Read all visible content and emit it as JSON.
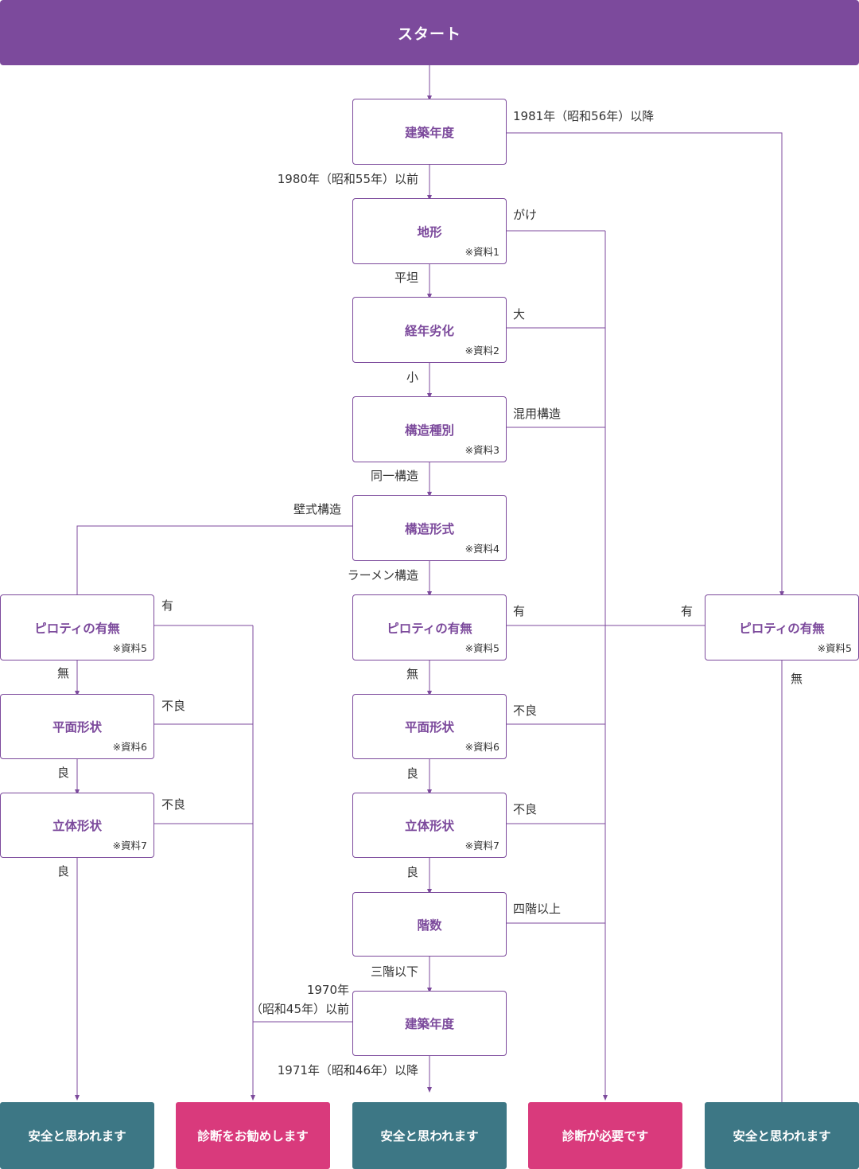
{
  "header": {
    "title": "スタート"
  },
  "nodes": {
    "year1": {
      "title": "建築年度"
    },
    "terrain": {
      "title": "地形",
      "ref": "※資料1"
    },
    "aging": {
      "title": "経年劣化",
      "ref": "※資料2"
    },
    "struct_type": {
      "title": "構造種別",
      "ref": "※資料3"
    },
    "struct_form": {
      "title": "構造形式",
      "ref": "※資料4"
    },
    "piloti_left": {
      "title": "ピロティの有無",
      "ref": "※資料5"
    },
    "piloti_mid": {
      "title": "ピロティの有無",
      "ref": "※資料5"
    },
    "piloti_right": {
      "title": "ピロティの有無",
      "ref": "※資料5"
    },
    "plan_left": {
      "title": "平面形状",
      "ref": "※資料6"
    },
    "plan_mid": {
      "title": "平面形状",
      "ref": "※資料6"
    },
    "solid_left": {
      "title": "立体形状",
      "ref": "※資料7"
    },
    "solid_mid": {
      "title": "立体形状",
      "ref": "※資料7"
    },
    "floors": {
      "title": "階数"
    },
    "year2": {
      "title": "建築年度"
    }
  },
  "labels": {
    "after1981": "1981年（昭和56年）以降",
    "before1980": "1980年（昭和55年）以前",
    "cliff": "がけ",
    "flat": "平坦",
    "large": "大",
    "small": "小",
    "mixed": "混用構造",
    "same": "同一構造",
    "wall": "壁式構造",
    "rahmen": "ラーメン構造",
    "has_left": "有",
    "none_left": "無",
    "bad_plan_left": "不良",
    "good_plan_left": "良",
    "bad_solid_left": "不良",
    "good_solid_left": "良",
    "has_mid": "有",
    "none_mid": "無",
    "bad_plan_mid": "不良",
    "good_plan_mid": "良",
    "bad_solid_mid": "不良",
    "good_solid_mid": "良",
    "four_plus": "四階以上",
    "three_less": "三階以下",
    "y1970_a": "1970年",
    "y1970_b": "（昭和45年）以前",
    "after1971": "1971年（昭和46年）以降",
    "has_right": "有",
    "none_right": "無"
  },
  "results": {
    "r1": "安全と思われます",
    "r2": "診断をお勧めします",
    "r3": "安全と思われます",
    "r4": "診断が必要です",
    "r5": "安全と思われます"
  },
  "colors": {
    "purple": "#7c4a9c",
    "safe": "#3d7785",
    "need": "#d93a7c"
  }
}
